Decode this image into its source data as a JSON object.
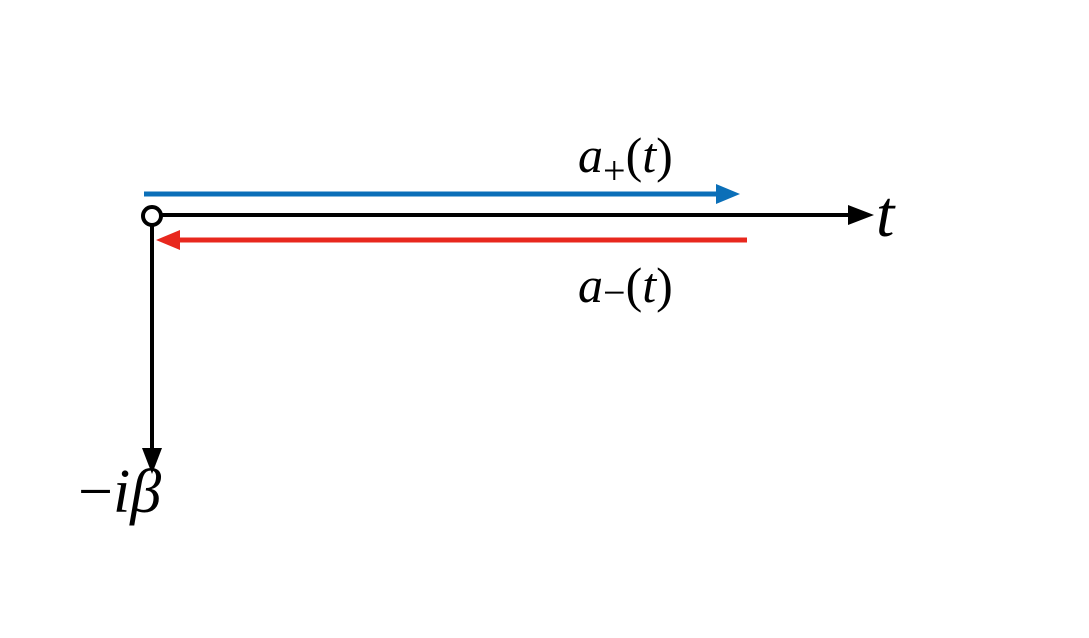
{
  "diagram": {
    "time_axis_label": "t",
    "imag_axis_label": {
      "minus": "−",
      "symbol": "iβ"
    },
    "forward_branch_label": {
      "base": "a",
      "sub": "+",
      "arg_open": "(",
      "arg": "t",
      "arg_close": ")"
    },
    "backward_branch_label": {
      "base": "a",
      "sub": "−",
      "arg_open": "(",
      "arg": "t",
      "arg_close": ")"
    }
  },
  "colors": {
    "axis": "#000000",
    "forward_branch": "#0b6fb8",
    "backward_branch": "#e8281e"
  }
}
